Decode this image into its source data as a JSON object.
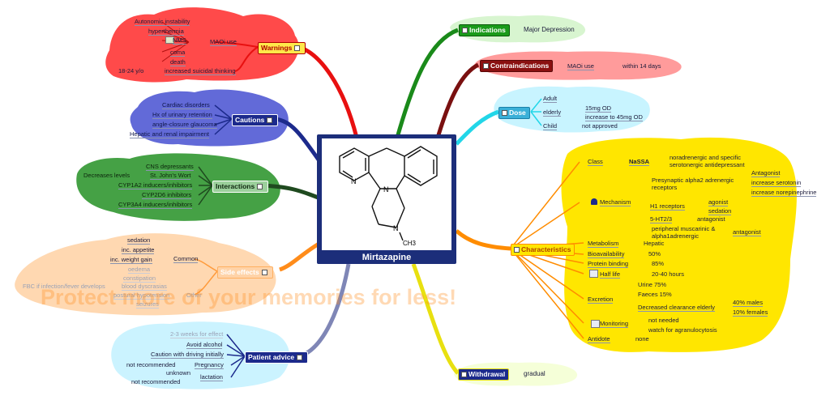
{
  "center": {
    "title": "Mirtazapine",
    "structure_label_n": "N",
    "structure_label_n2": "N",
    "structure_label_n3": "N",
    "structure_label_ch3": "CH3"
  },
  "branches": {
    "warnings": {
      "label": "Warnings",
      "maoi_use": "MAOi use",
      "items": [
        "Autonomic instability",
        "hyperthermia",
        "NMS",
        "coma",
        "death"
      ],
      "suicidal": "increased suicidal thinking",
      "age": "18-24 y/o"
    },
    "cautions": {
      "label": "Cautions",
      "items": [
        "Cardiac disorders",
        "Hx of urinary retention",
        "angle-closure glaucoma",
        "Hepatic and renal impairment"
      ]
    },
    "interactions": {
      "label": "Interactions",
      "decreases": "Decreases levels",
      "items": [
        "CNS depressants",
        "St. John's Wort",
        "CYP1A2 inducers/inhibitors",
        "CYP2D6 inhibitors",
        "CYP3A4 inducers/inhibitors"
      ]
    },
    "side_effects": {
      "label": "Side effects",
      "common": "Common",
      "items": [
        "sedation",
        "inc. appetite",
        "inc. weight gain",
        "oedema",
        "constipation"
      ],
      "blood": "blood dyscrasias",
      "fbc": "FBC if infection/fever develops",
      "hypotension": "postural hypotension",
      "seizures": "seizures",
      "other": "Other",
      "watermark": "Protect more of your memories for less!"
    },
    "patient_advice": {
      "label": "Patient advice",
      "items": [
        "2-3 weeks for effect",
        "Avoid alcohol",
        "Caution with driving initially"
      ],
      "pregnancy": "Pregnancy",
      "pregnancy_value": "not recommended",
      "lactation": "lactation",
      "lactation_values": [
        "unknown",
        "not recommended"
      ]
    },
    "indications": {
      "label": "Indications",
      "value": "Major Depression"
    },
    "contraindications": {
      "label": "Contraindications",
      "value": "MAOi use",
      "detail": "within 14 days"
    },
    "dose": {
      "label": "Dose",
      "adult": "Adult",
      "elderly": "elderly",
      "elderly_values": [
        "15mg OD",
        "increase to 45mg OD"
      ],
      "child": "Child",
      "child_value": "not approved"
    },
    "characteristics": {
      "label": "Characteristics",
      "class": "Class",
      "class_value": "NaSSA",
      "class_desc": "noradrenergic and specific serotonergic antidepressant",
      "mechanism": "Mechanism",
      "presynaptic": "Presynaptic alpha2 adrenergic receptors",
      "antagonist": "Antagonist",
      "presynaptic_effects": [
        "increase serotonin",
        "increase norepinephrine"
      ],
      "h1": "H1 receptors",
      "agonist": "agonist",
      "sedation": "sedation",
      "ht": "5-HT2/3",
      "ht_value": "antagonist",
      "peripheral": "peripheral muscarinic & alpha1adrenergic",
      "peripheral_value": "antagonist",
      "metabolism": "Metabolism",
      "metabolism_value": "Hepatic",
      "bioavailability": "Bioavailability",
      "bioavailability_value": "50%",
      "protein": "Protein binding",
      "protein_value": "85%",
      "halflife": "Half life",
      "halflife_value": "20-40 hours",
      "excretion": "Excretion",
      "urine": "Urine 75%",
      "faeces": "Faeces 15%",
      "clearance": "Decreased clearance elderly",
      "clearance_values": [
        "40% males",
        "10% females"
      ],
      "monitoring": "Monitoring",
      "monitoring_values": [
        "not needed",
        "watch for agranulocytosis"
      ],
      "antidote": "Antidote",
      "antidote_value": "none"
    },
    "withdrawal": {
      "label": "Withdrawal",
      "value": "gradual"
    }
  },
  "colors": {
    "warnings": "#e81010",
    "cautions": "#1c2a8c",
    "interactions": "#1f6b1f",
    "side_effects": "#ff8c1a",
    "patient_advice": "#7f86b6",
    "indications": "#1a8a1a",
    "contraindications": "#8a1010",
    "dose": "#22d6e8",
    "characteristics": "#ff8c00",
    "withdrawal": "#e8e010"
  }
}
